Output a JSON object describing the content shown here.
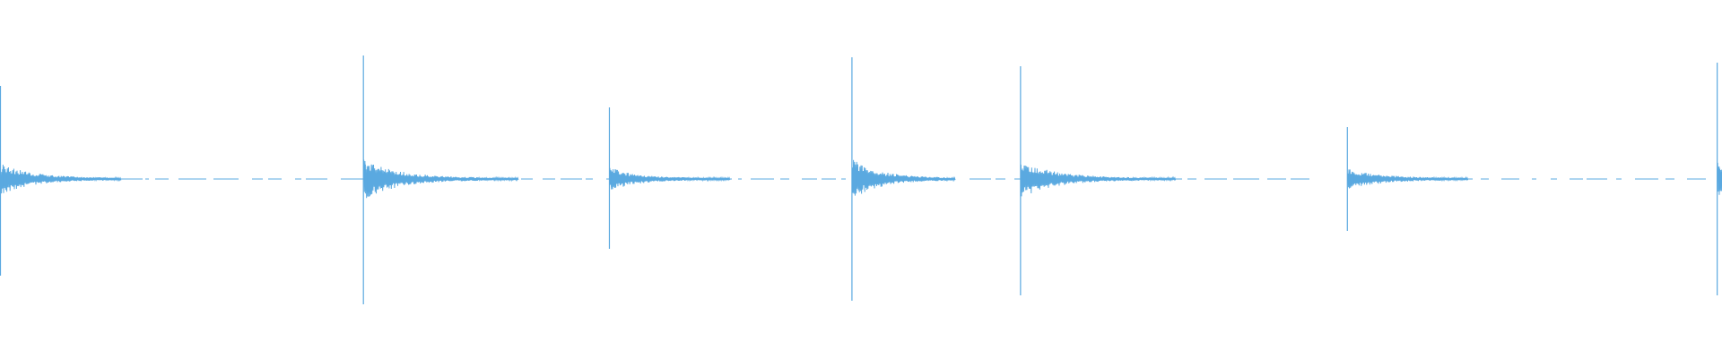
{
  "colors": {
    "background": "#ffffff",
    "waveform": "#5aa9e0"
  },
  "chart_data": {
    "type": "line",
    "title": "",
    "xlabel": "",
    "ylabel": "",
    "grid": false,
    "legend": false,
    "ylim": [
      -1,
      1
    ],
    "xlim": [
      0,
      1
    ],
    "onsets": [
      {
        "x": 0.0,
        "peak_up": 0.52,
        "peak_down": 0.54,
        "decay": 0.018,
        "tail": 0.07
      },
      {
        "x": 0.211,
        "peak_up": 0.69,
        "peak_down": 0.7,
        "decay": 0.02,
        "tail": 0.09
      },
      {
        "x": 0.354,
        "peak_up": 0.4,
        "peak_down": 0.39,
        "decay": 0.015,
        "tail": 0.07
      },
      {
        "x": 0.495,
        "peak_up": 0.68,
        "peak_down": 0.68,
        "decay": 0.016,
        "tail": 0.06
      },
      {
        "x": 0.593,
        "peak_up": 0.63,
        "peak_down": 0.65,
        "decay": 0.02,
        "tail": 0.09
      },
      {
        "x": 0.783,
        "peak_up": 0.29,
        "peak_down": 0.29,
        "decay": 0.018,
        "tail": 0.07
      },
      {
        "x": 0.998,
        "peak_up": 0.65,
        "peak_down": 0.65,
        "decay": 0.01,
        "tail": 0.02
      }
    ],
    "silent_gaps": [
      [
        0.76,
        0.778
      ],
      [
        0.982,
        0.996
      ]
    ]
  }
}
